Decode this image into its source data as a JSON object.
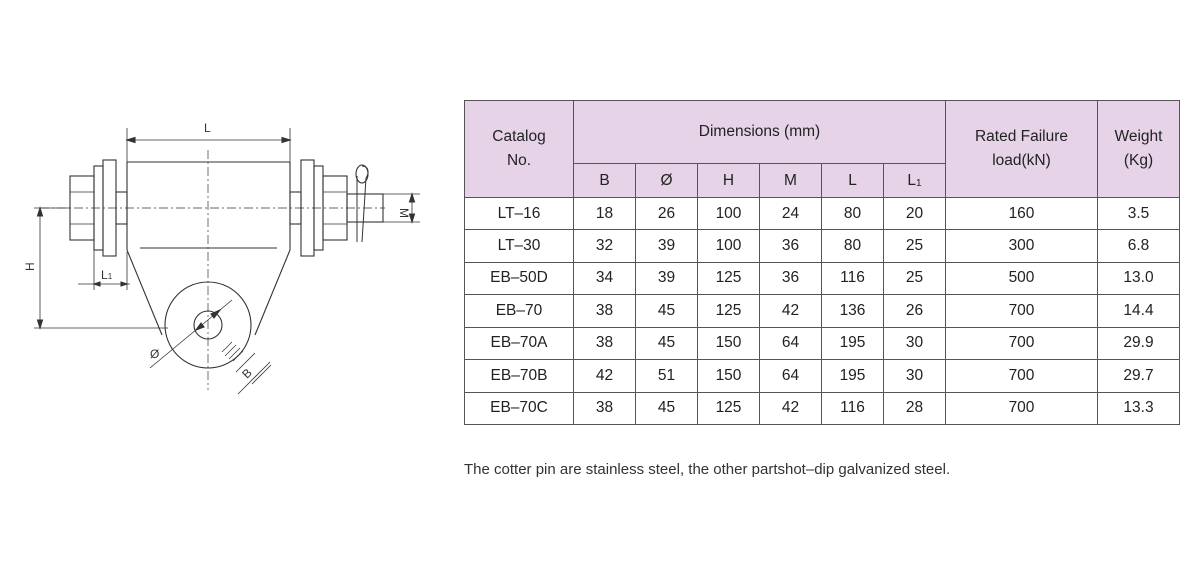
{
  "drawing": {
    "labels": {
      "L": "L",
      "M": "M",
      "H": "H",
      "L1_main": "L",
      "L1_sub": "1",
      "phi": "Ø",
      "B": "B"
    }
  },
  "table": {
    "header": {
      "catalog_line1": "Catalog",
      "catalog_line2": "No.",
      "dimensions": "Dimensions (mm)",
      "rated_line1": "Rated Failure",
      "rated_line2": "load(kN)",
      "weight_line1": "Weight",
      "weight_line2": "(Kg)",
      "dims": [
        "B",
        "Ø",
        "H",
        "M",
        "L"
      ],
      "l1_main": "L",
      "l1_sub": "1"
    },
    "rows": [
      [
        "LT–16",
        "18",
        "26",
        "100",
        "24",
        "80",
        "20",
        "160",
        "3.5"
      ],
      [
        "LT–30",
        "32",
        "39",
        "100",
        "36",
        "80",
        "25",
        "300",
        "6.8"
      ],
      [
        "EB–50D",
        "34",
        "39",
        "125",
        "36",
        "116",
        "25",
        "500",
        "13.0"
      ],
      [
        "EB–70",
        "38",
        "45",
        "125",
        "42",
        "136",
        "26",
        "700",
        "14.4"
      ],
      [
        "EB–70A",
        "38",
        "45",
        "150",
        "64",
        "195",
        "30",
        "700",
        "29.9"
      ],
      [
        "EB–70B",
        "42",
        "51",
        "150",
        "64",
        "195",
        "30",
        "700",
        "29.7"
      ],
      [
        "EB–70C",
        "38",
        "45",
        "125",
        "42",
        "116",
        "28",
        "700",
        "13.3"
      ]
    ]
  },
  "note": "The cotter pin are stainless steel, the other partshot–dip galvanized steel.",
  "colors": {
    "header_bg": "#e6d3e8",
    "border": "#555555"
  }
}
